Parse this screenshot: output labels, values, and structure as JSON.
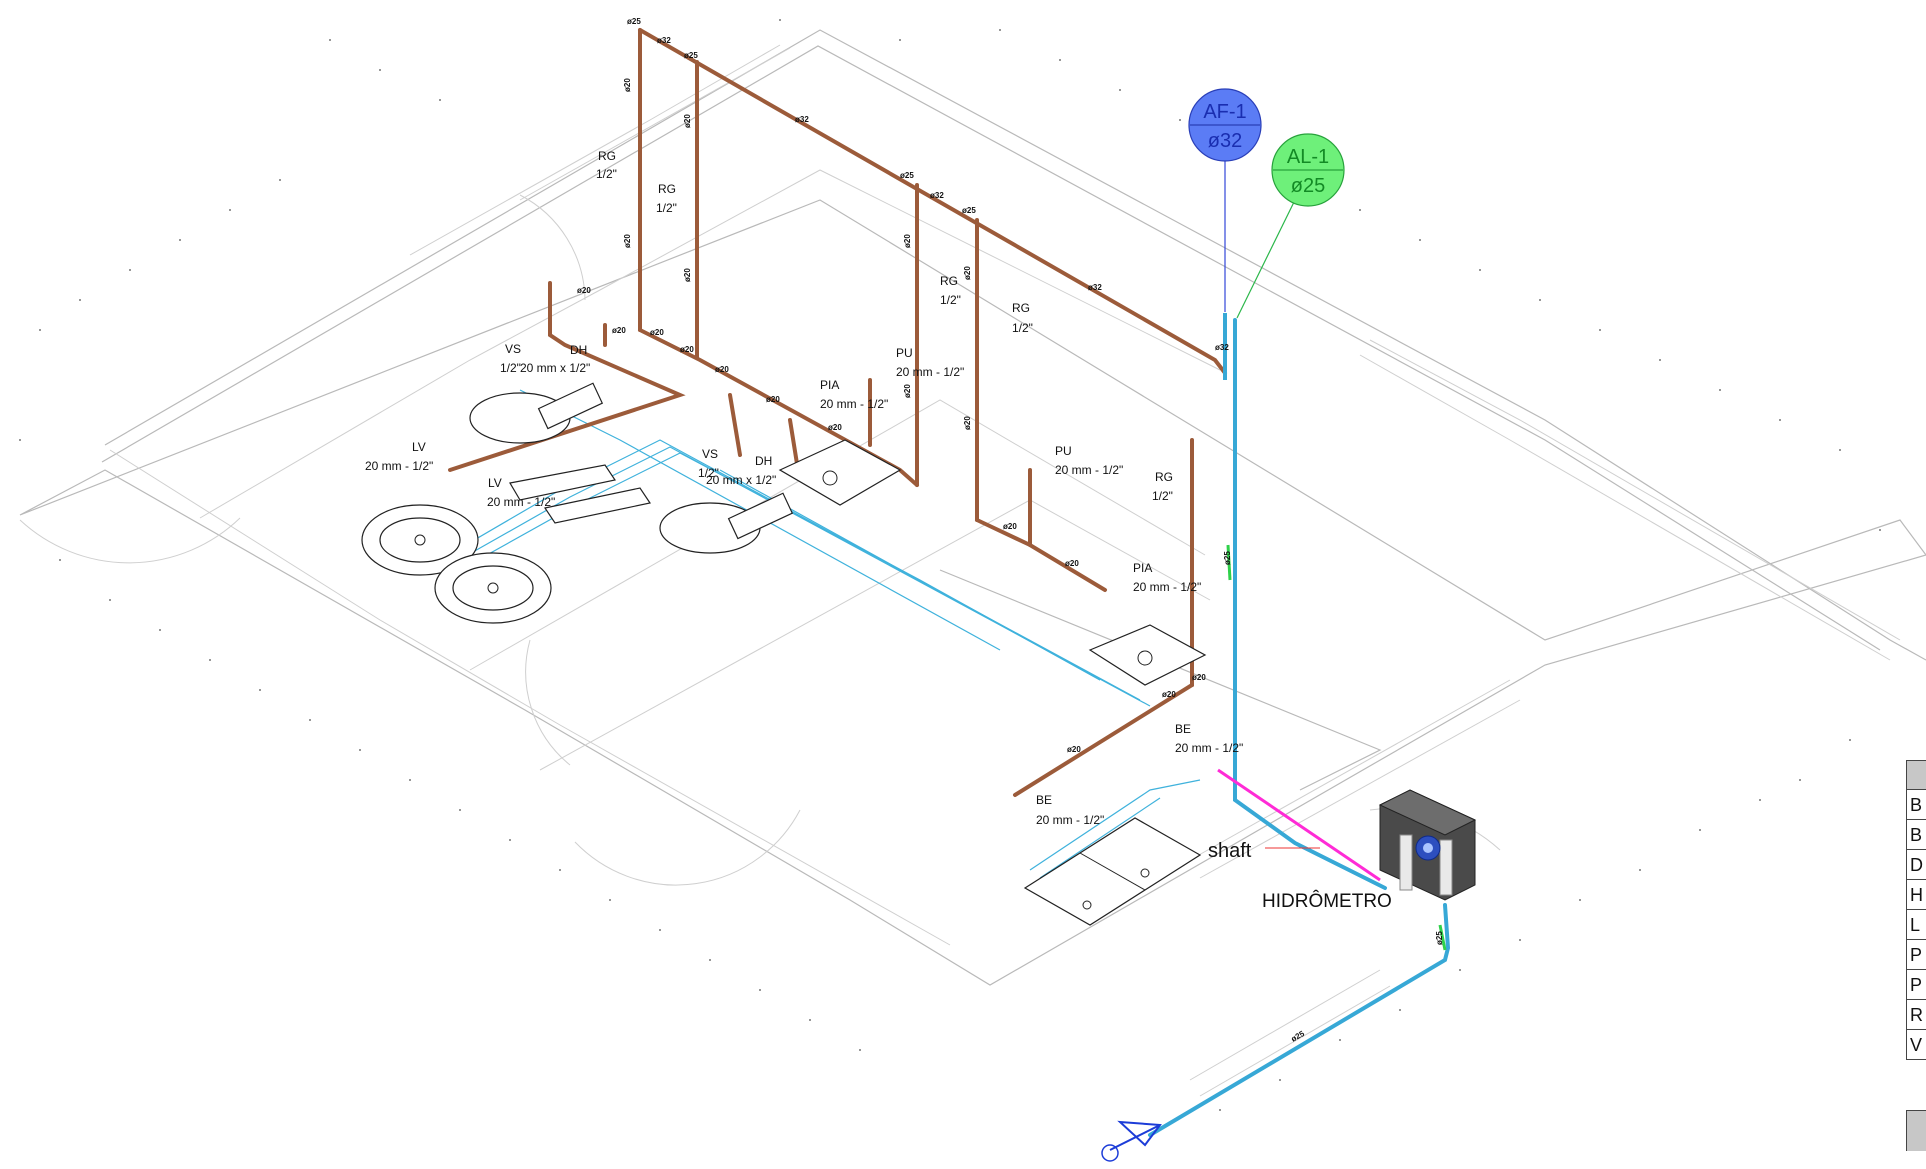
{
  "risers": {
    "af": {
      "name": "AF-1",
      "diameter": "ø32",
      "color": "#5b7cf5"
    },
    "al": {
      "name": "AL-1",
      "diameter": "ø25",
      "color": "#5ee66a"
    }
  },
  "labels": {
    "shaft": "shaft",
    "hidrometro": "HIDRÔMETRO",
    "rg_a": "RG",
    "rg_a_size": "1/2\"",
    "rg_b": "RG",
    "rg_b_size": "1/2\"",
    "rg_c": "RG",
    "rg_c_size": "1/2\"",
    "rg_d": "RG",
    "rg_d_size": "1/2\"",
    "rg_e": "RG",
    "rg_e_size": "1/2\"",
    "vs_a": "VS",
    "vs_a_size": "1/2\"",
    "dh_a": "DH",
    "dh_a_size": "20 mm x 1/2\"",
    "vs_b": "VS",
    "vs_b_size": "1/2\"",
    "dh_b": "DH",
    "dh_b_size": "20 mm x 1/2\"",
    "lv_a": "LV",
    "lv_a_size": "20 mm - 1/2\"",
    "lv_b": "LV",
    "lv_b_size": "20 mm - 1/2\"",
    "pia_a": "PIA",
    "pia_a_size": "20 mm - 1/2\"",
    "pu_a": "PU",
    "pu_a_size": "20 mm - 1/2\"",
    "pu_b": "PU",
    "pu_b_size": "20 mm - 1/2\"",
    "pia_b": "PIA",
    "pia_b_size": "20 mm - 1/2\"",
    "be_a": "BE",
    "be_a_size": "20 mm - 1/2\"",
    "be_b": "BE",
    "be_b_size": "20 mm - 1/2\""
  },
  "dims": {
    "d25_top": "ø25",
    "d32_a": "ø32",
    "d25_b": "ø25",
    "d32_c": "ø32",
    "d25_d": "ø25",
    "d32_e": "ø32",
    "d32_f": "ø32",
    "d25_g": "ø25",
    "d32_h": "ø32",
    "d20_v1": "ø20",
    "d20_v2": "ø20",
    "d20_v3": "ø20",
    "d20_v4": "ø20",
    "d20_v5": "ø20",
    "d20_v6": "ø20",
    "d20_v7": "ø20",
    "d20_v8": "ø20",
    "d20_h1": "ø20",
    "d20_h2": "ø20",
    "d20_h3": "ø20",
    "d20_h4": "ø20",
    "d20_h5": "ø20",
    "d20_h6": "ø20",
    "d20_h7": "ø20",
    "d20_h8": "ø20",
    "d20_h9": "ø20",
    "d20_h10": "ø20",
    "d20_h11": "ø20",
    "d20_h12": "ø20",
    "d25_riser": "ø25",
    "d25_low": "ø25",
    "d25_bottom": "ø25"
  },
  "legend": {
    "rows": [
      "B",
      "B",
      "D",
      "H",
      "L",
      "P",
      "P",
      "R",
      "V"
    ]
  }
}
